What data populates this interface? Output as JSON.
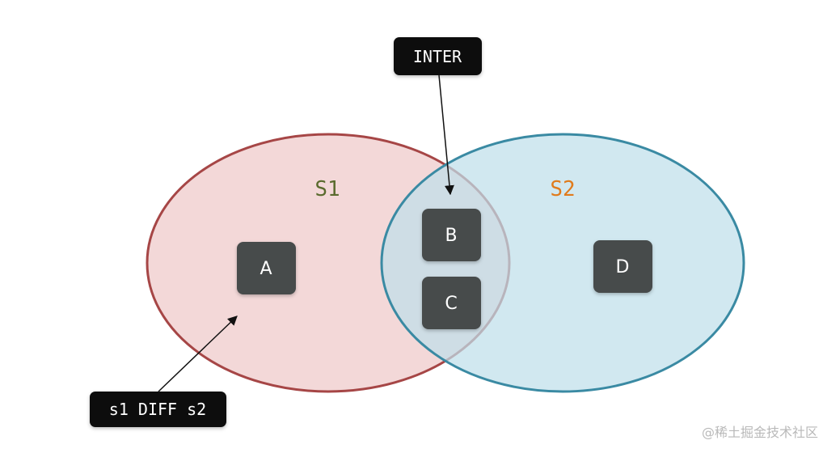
{
  "diagram": {
    "sets": [
      {
        "id": "s1",
        "label": "S1",
        "label_color": "#5a6b2e",
        "fill": "#f2d4d4",
        "stroke": "#a64646"
      },
      {
        "id": "s2",
        "label": "S2",
        "label_color": "#e07b1c",
        "fill": "#cfe7ef",
        "stroke": "#3a8aa3"
      }
    ],
    "elements": [
      {
        "id": "a",
        "label": "A",
        "set": "s1"
      },
      {
        "id": "b",
        "label": "B",
        "set": "both"
      },
      {
        "id": "c",
        "label": "C",
        "set": "both"
      },
      {
        "id": "d",
        "label": "D",
        "set": "s2"
      }
    ],
    "callouts": {
      "inter": "INTER",
      "diff": "s1 DIFF s2"
    },
    "box_color": "#474b4b",
    "callout_color": "#0a0a0a"
  },
  "watermark": "@稀土掘金技术社区"
}
